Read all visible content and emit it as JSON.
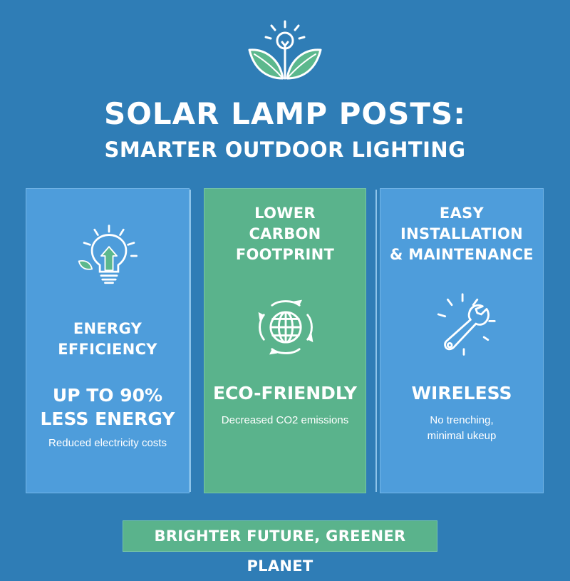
{
  "colors": {
    "background": "#2f7db6",
    "panel_blue": "#4e9ddb",
    "panel_green": "#5ab38c",
    "leaf_green": "#5cb88d",
    "text": "#ffffff"
  },
  "header": {
    "logo_icon": "lightbulb-with-leaves-icon",
    "title": "SOLAR LAMP POSTS:",
    "subtitle": "SMARTER OUTDOOR LIGHTING"
  },
  "panels": [
    {
      "icon": "lightbulb-arrow-up-icon",
      "heading": "ENERGY\nEFFICIENCY",
      "stat": "UP TO 90%\nLESS ENERGY",
      "description": "Reduced electricity costs"
    },
    {
      "icon": "recycle-globe-icon",
      "heading": "LOWER\nCARBON\nFOOTPRINT",
      "stat": "ECO-FRIENDLY",
      "description": "Decreased CO2 emissions"
    },
    {
      "icon": "wrench-sparkle-icon",
      "heading": "EASY\nINSTALLATION\n& MAINTENANCE",
      "stat": "WIRELESS",
      "description": "No trenching,\nminimal ukeup"
    }
  ],
  "footer": {
    "banner": "BRIGHTER FUTURE, GREENER PLANET"
  }
}
